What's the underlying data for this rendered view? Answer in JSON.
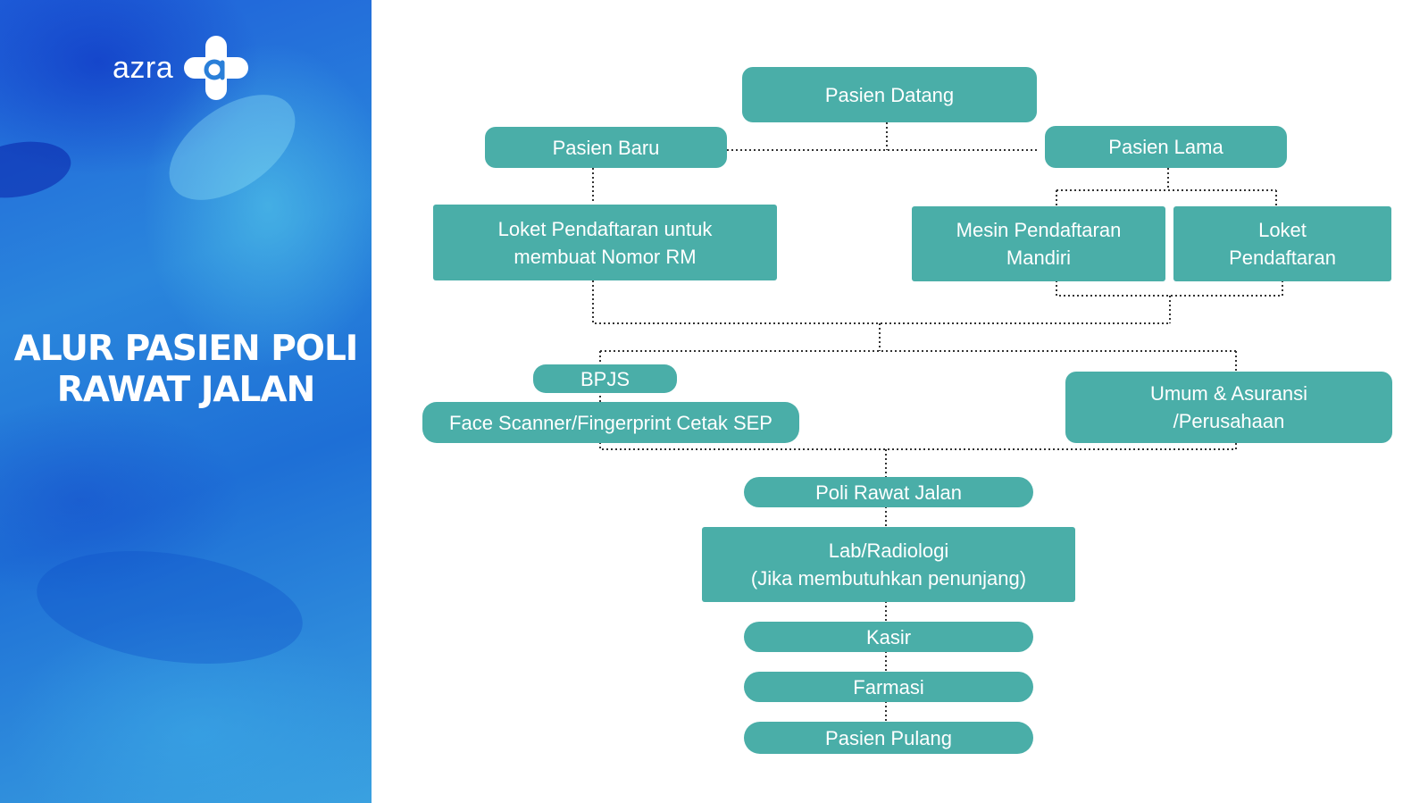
{
  "brand": {
    "name": "azra"
  },
  "title": {
    "line1": "ALUR PASIEN POLI",
    "line2": "RAWAT JALAN"
  },
  "colors": {
    "node_fill": "#4aaea8",
    "node_text": "#ffffff",
    "panel": "#2a86dc",
    "connector": "#333333"
  },
  "nodes": {
    "pasien_datang": "Pasien Datang",
    "pasien_baru": "Pasien Baru",
    "pasien_lama": "Pasien Lama",
    "loket_rm": {
      "line1": "Loket Pendaftaran untuk",
      "line2": "membuat Nomor RM"
    },
    "mesin_mandiri": {
      "line1": "Mesin Pendaftaran",
      "line2": "Mandiri"
    },
    "loket_pendaftaran": {
      "line1": "Loket",
      "line2": "Pendaftaran"
    },
    "bpjs": "BPJS",
    "face_scanner": "Face Scanner/Fingerprint Cetak SEP",
    "umum_asuransi": {
      "line1": "Umum & Asuransi",
      "line2": "/Perusahaan"
    },
    "poli": "Poli Rawat Jalan",
    "lab": {
      "line1": "Lab/Radiologi",
      "line2": "(Jika membutuhkan penunjang)"
    },
    "kasir": "Kasir",
    "farmasi": "Farmasi",
    "pasien_pulang": "Pasien Pulang"
  }
}
